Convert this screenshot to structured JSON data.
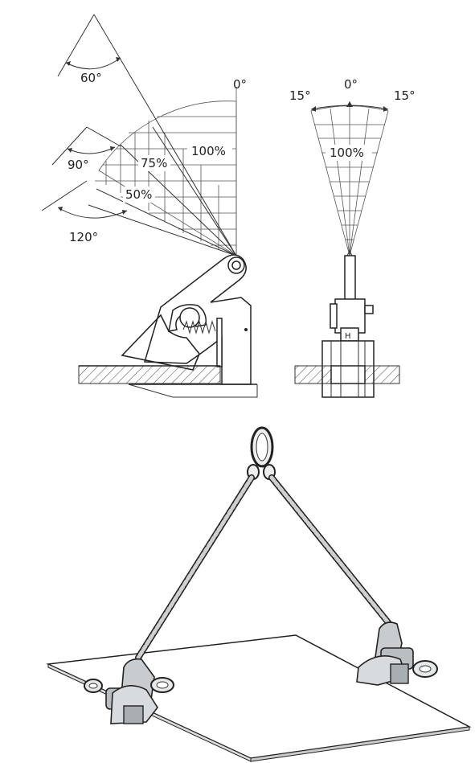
{
  "side_view": {
    "angles": {
      "a60": "60°",
      "a90": "90°",
      "a120": "120°",
      "a0": "0°"
    },
    "capacities": {
      "c100": "100%",
      "c75": "75%",
      "c50": "50%"
    }
  },
  "front_view": {
    "angles": {
      "left": "15°",
      "center": "0°",
      "right": "15°"
    },
    "capacity": "100%",
    "marking": "H"
  },
  "colors": {
    "line": "#222222",
    "background": "#ffffff",
    "clamp_body": "#bfc3c6"
  }
}
